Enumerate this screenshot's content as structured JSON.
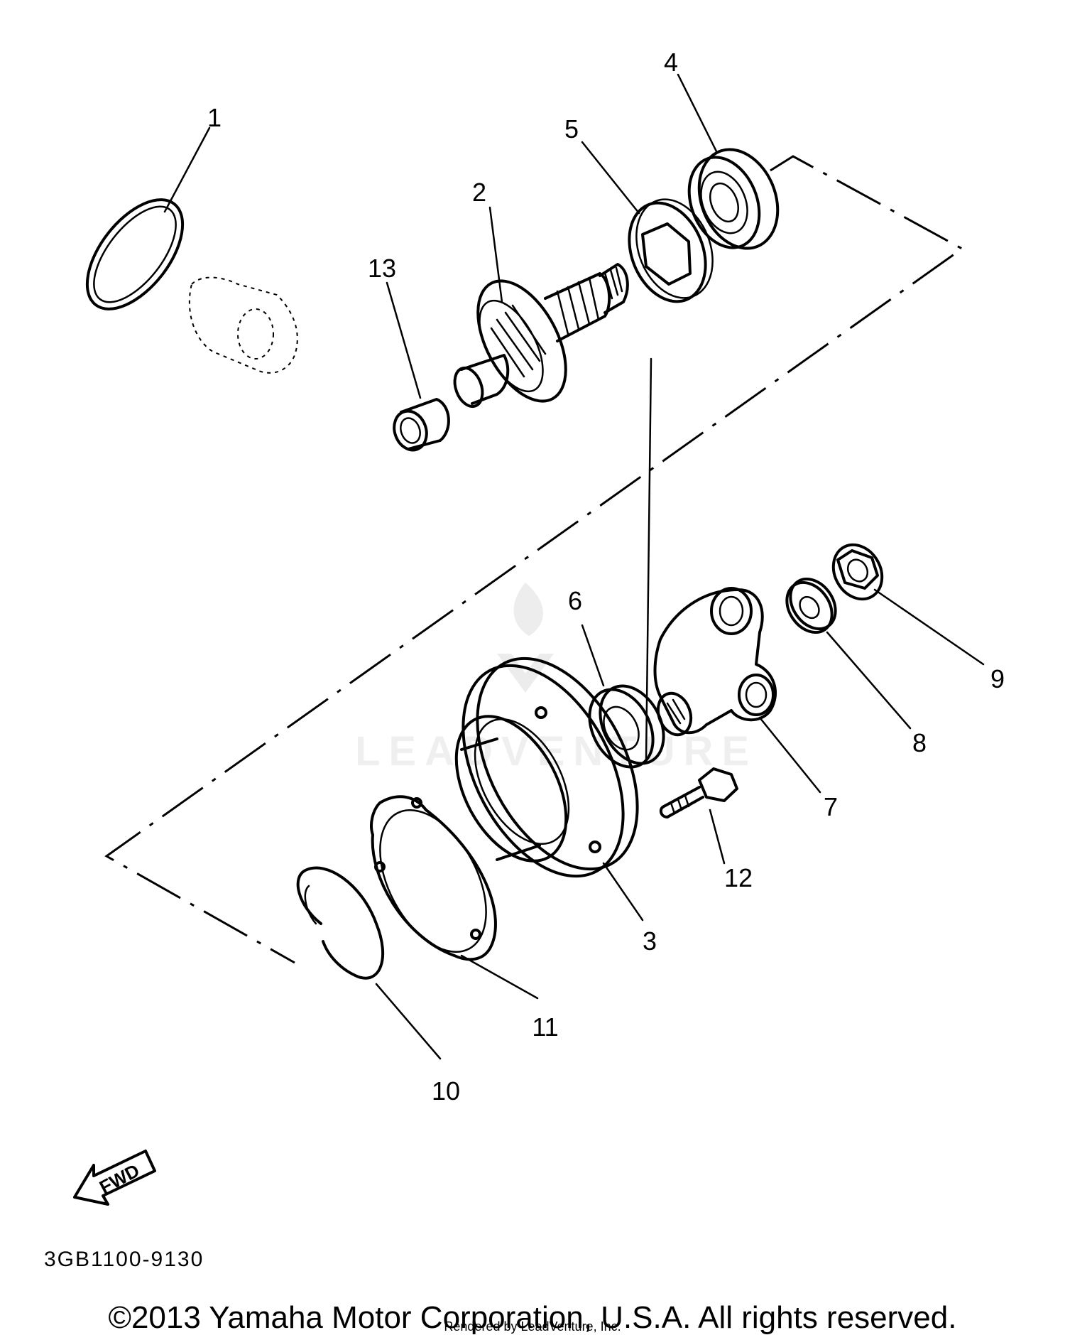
{
  "diagram": {
    "code": "3GB1100-9130",
    "fwd_label": "FWD",
    "watermark": "LEADVENTURE",
    "callouts": [
      "1",
      "2",
      "3",
      "4",
      "5",
      "6",
      "7",
      "8",
      "9",
      "10",
      "11",
      "12",
      "13"
    ]
  },
  "footer": {
    "copyright": "©2013 Yamaha Motor Corporation, U.S.A. All rights reserved.",
    "rendered_by": "Rendered by LeadVenture, Inc."
  }
}
